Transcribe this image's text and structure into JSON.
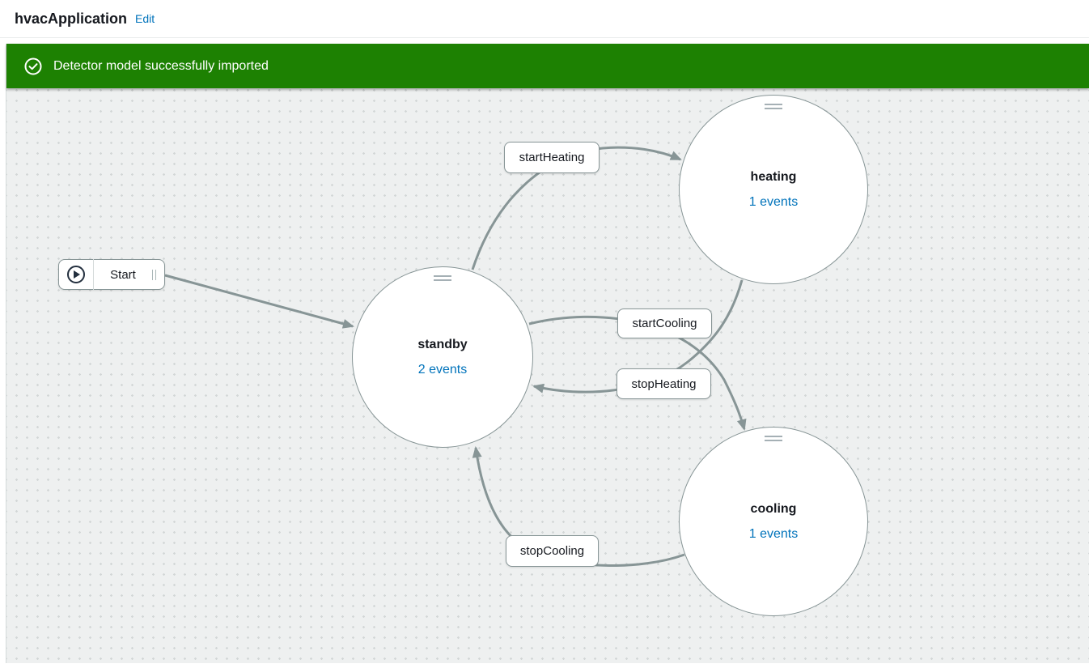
{
  "header": {
    "title": "hvacApplication",
    "edit_label": "Edit"
  },
  "banner": {
    "message": "Detector model successfully imported",
    "icon": "check-circle-icon",
    "background_color": "#1d8102",
    "text_color": "#ffffff"
  },
  "canvas": {
    "start_node": {
      "label": "Start",
      "icon": "play-icon"
    },
    "states": [
      {
        "name": "standby",
        "events_label": "2 events"
      },
      {
        "name": "heating",
        "events_label": "1 events"
      },
      {
        "name": "cooling",
        "events_label": "1 events"
      }
    ],
    "transitions": [
      {
        "label": "startHeating",
        "from": "standby",
        "to": "heating"
      },
      {
        "label": "startCooling",
        "from": "standby",
        "to": "cooling"
      },
      {
        "label": "stopHeating",
        "from": "heating",
        "to": "standby"
      },
      {
        "label": "stopCooling",
        "from": "cooling",
        "to": "standby"
      }
    ],
    "colors": {
      "edge_gray": "#879596",
      "link_blue": "#0073bb",
      "text_dark": "#16191f",
      "canvas_background": "#eef0f0"
    }
  }
}
